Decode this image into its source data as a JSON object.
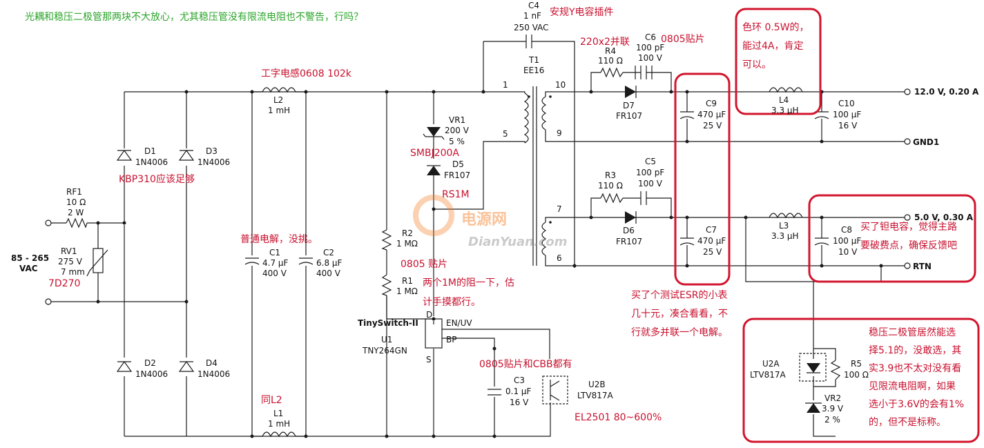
{
  "top_note": "光耦和稳压二极管那两块不大放心，尤其稳压管没有限流电阻也不警告，行吗？",
  "input": {
    "voltage": "85 - 265",
    "unit": "VAC"
  },
  "components": {
    "RF1": {
      "ref": "RF1",
      "value": "10 Ω",
      "rating": "2 W"
    },
    "RV1": {
      "ref": "RV1",
      "value": "275 V",
      "rating": "7 mm"
    },
    "D1": {
      "ref": "D1",
      "part": "1N4006"
    },
    "D2": {
      "ref": "D2",
      "part": "1N4006"
    },
    "D3": {
      "ref": "D3",
      "part": "1N4006"
    },
    "D4": {
      "ref": "D4",
      "part": "1N4006"
    },
    "L1": {
      "ref": "L1",
      "value": "1 mH"
    },
    "L2": {
      "ref": "L2",
      "value": "1 mH"
    },
    "C1": {
      "ref": "C1",
      "value": "4.7 µF",
      "rating": "400 V"
    },
    "C2": {
      "ref": "C2",
      "value": "6.8 µF",
      "rating": "400 V"
    },
    "R1": {
      "ref": "R1",
      "value": "1 MΩ"
    },
    "R2": {
      "ref": "R2",
      "value": "1 MΩ"
    },
    "VR1": {
      "ref": "VR1",
      "value": "200 V",
      "tol": "5 %"
    },
    "D5": {
      "ref": "D5",
      "part": "FR107"
    },
    "U1": {
      "family": "TinySwitch-II",
      "ref": "U1",
      "part": "TNY264GN",
      "pin_d": "D",
      "pin_en": "EN/UV",
      "pin_bp": "BP",
      "pin_s": "S"
    },
    "C3": {
      "ref": "C3",
      "value": "0.1 µF",
      "rating": "16 V"
    },
    "U2B": {
      "ref": "U2B",
      "part": "LTV817A"
    },
    "C4": {
      "ref": "C4",
      "value": "1 nF",
      "rating": "250 VAC"
    },
    "T1": {
      "ref": "T1",
      "part": "EE16",
      "p1": "1",
      "p5": "5",
      "p10": "10",
      "p9": "9",
      "p7": "7",
      "p6": "6"
    },
    "R4": {
      "ref": "R4",
      "value": "110 Ω"
    },
    "C6": {
      "ref": "C6",
      "value": "100 pF",
      "rating": "100 V"
    },
    "D7": {
      "ref": "D7",
      "part": "FR107"
    },
    "R3": {
      "ref": "R3",
      "value": "110 Ω"
    },
    "C5": {
      "ref": "C5",
      "value": "100 pF",
      "rating": "100 V"
    },
    "D6": {
      "ref": "D6",
      "part": "FR107"
    },
    "C9": {
      "ref": "C9",
      "value": "470 µF",
      "rating": "25 V"
    },
    "C7": {
      "ref": "C7",
      "value": "470 µF",
      "rating": "25 V"
    },
    "L4": {
      "ref": "L4",
      "value": "3.3 µH"
    },
    "L3": {
      "ref": "L3",
      "value": "3.3 µH"
    },
    "C10": {
      "ref": "C10",
      "value": "100 µF",
      "rating": "16 V"
    },
    "C8": {
      "ref": "C8",
      "value": "100 µF",
      "rating": "10 V"
    },
    "U2A": {
      "ref": "U2A",
      "part": "LTV817A"
    },
    "R5": {
      "ref": "R5",
      "value": "100 Ω"
    },
    "VR2": {
      "ref": "VR2",
      "value": "3.9 V",
      "tol": "2 %"
    }
  },
  "outputs": {
    "out12": "12.0 V, 0.20 A",
    "gnd1": "GND1",
    "out5": "5.0 V, 0.30 A",
    "rtn": "RTN"
  },
  "annotations": {
    "c4_note": "安规Y电容插件",
    "r_parallel": "220x2并联",
    "smd0805_a": "0805贴片",
    "l2_note": "工字电感0608 102k",
    "bridge_note": "KBP310应该足够",
    "vr1_note": "SMBJ200A",
    "d5_note": "RS1M",
    "c1_note": "普通电解，没挑。",
    "rv1_note": "7D270",
    "smd0805_b": "0805 贴片",
    "r_note_1": "两个1M的阻一下，估",
    "r_note_2": "计手摸都行。",
    "c3_note": "0805贴片和CBB都有",
    "l1_note": "同L2",
    "u2b_note": "EL2501 80~600%",
    "l4_note_1": "色环 0.5W的，",
    "l4_note_2": "能过4A，肯定",
    "l4_note_3": "可以。",
    "c8_note_1": "买了钽电容，觉得主路",
    "c8_note_2": "要破费点，确保反馈吧",
    "esr_note_1": "买了个测试ESR的小表",
    "esr_note_2": "几十元，凑合看看，不",
    "esr_note_3": "行就多并联一个电解。",
    "vr2_note_1": "稳压二极管居然能选",
    "vr2_note_2": "择5.1的，没敢选，其",
    "vr2_note_3": "实3.9也不太对没有看",
    "vr2_note_4": "见限流电阻啊，如果",
    "vr2_note_5": "选小于3.6V的会有1%",
    "vr2_note_6": "的，但不是标称。"
  },
  "watermark": {
    "cn": "电源网",
    "en": "DianYuan.com"
  },
  "colors": {
    "note_red": "#c8102e",
    "note_green": "#2aa52a",
    "box_red": "#d2142c",
    "wire": "#1a1a1a",
    "watermark": "#f47a1f"
  }
}
